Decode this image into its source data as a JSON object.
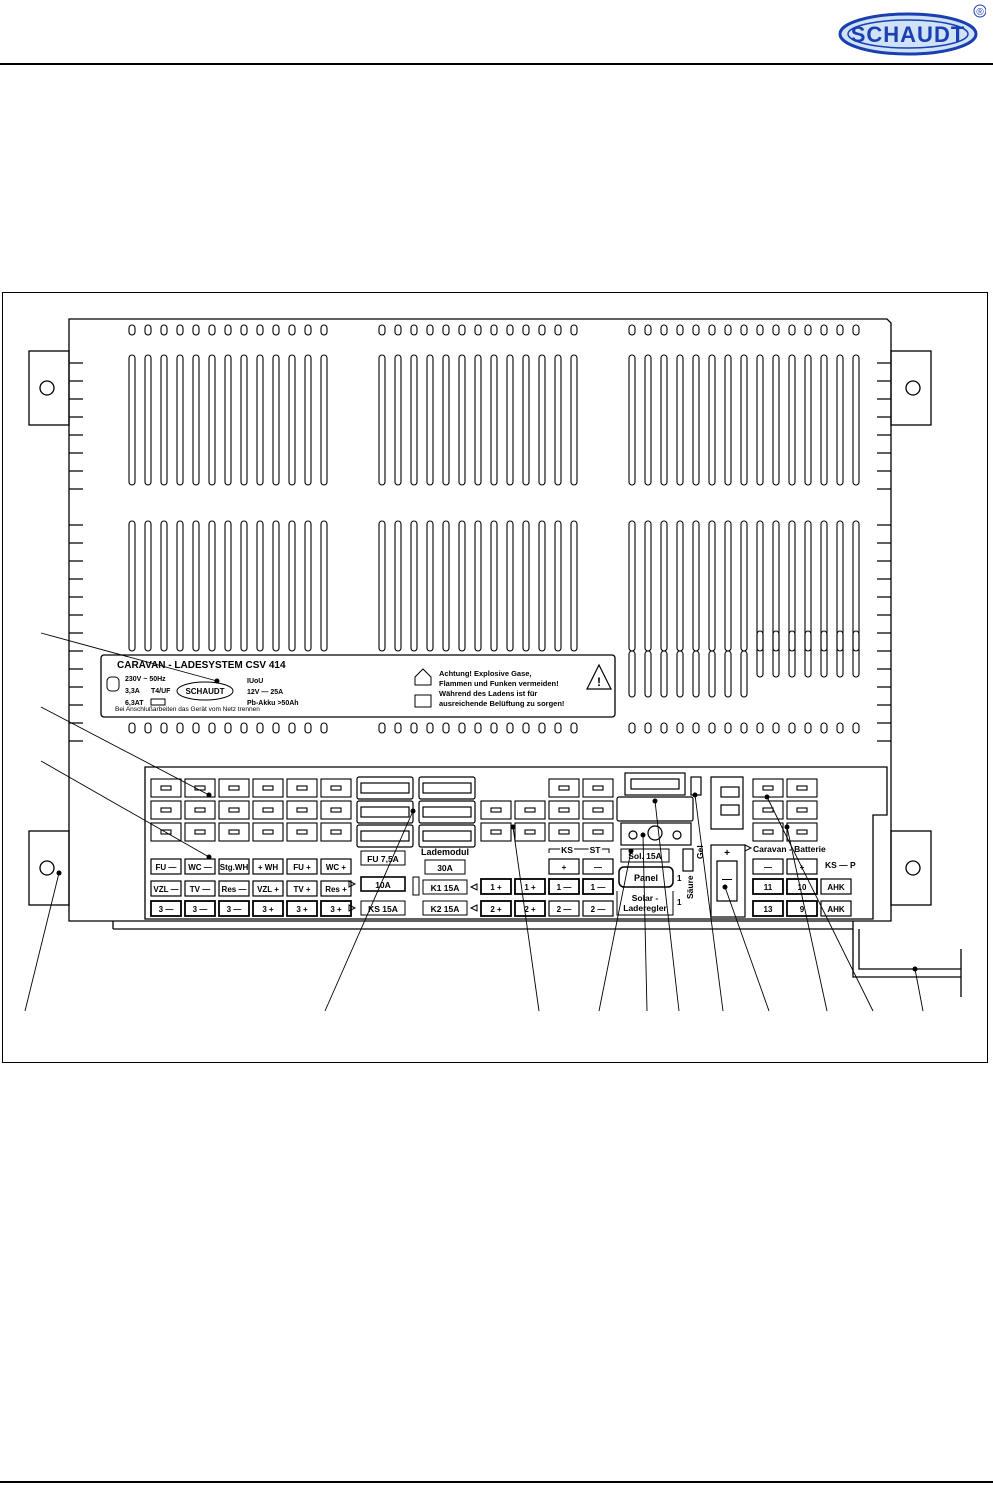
{
  "brand": {
    "logo_text": "SCHAUDT",
    "registered_mark": "®",
    "colors": {
      "logo_blue": "#1a3fb0",
      "logo_fill": "#7fb2e8",
      "line": "#000000"
    }
  },
  "label_plate": {
    "title": "CARAVAN - LADESYSTEM CSV 414",
    "specs_left": [
      "230V ~ 50Hz",
      "3,3A",
      "T4/UF",
      "6,3AT"
    ],
    "specs_right": [
      "IUoU",
      "12V — 25A",
      "Pb-Akku >50Ah"
    ],
    "footer": "Bei Anschlußarbeiten das Gerät vom Netz trennen",
    "warning": [
      "Achtung! Explosive Gase,",
      "Flammen und Funken vermeiden!",
      "Während des Ladens ist für",
      "ausreichende Belüftung zu sorgen!"
    ],
    "warning_icon": "warning-triangle-icon"
  },
  "terminal_labels": {
    "row1": [
      "FU —",
      "WC —",
      "Stg.WH",
      "+ WH",
      "FU +",
      "WC +"
    ],
    "row2": [
      "VZL —",
      "TV —",
      "Res —",
      "VZL +",
      "TV +",
      "Res +"
    ],
    "row3": [
      "3 —",
      "3 —",
      "3 —",
      "3 +",
      "3 +",
      "3 +"
    ],
    "fuse_labels": [
      "FU 7,5A",
      "10A",
      "KS 15A"
    ],
    "lademodul": {
      "title": "Lademodul",
      "fuse": "30A",
      "k1": "K1 15A",
      "k2": "K2 15A"
    },
    "k1_terms": [
      "1 +",
      "1 +"
    ],
    "k2_terms": [
      "2 +",
      "2 +"
    ],
    "ks_st": {
      "ks": "KS",
      "st": "ST",
      "row1": [
        "+",
        "—"
      ],
      "row2": [
        "1 —",
        "1 —"
      ],
      "row3": [
        "2 —",
        "2 —"
      ]
    },
    "solar": {
      "fuse": "Sol. 15A",
      "panel": "Panel",
      "regler_line1": "Solar -",
      "regler_line2": "Laderegler",
      "num1": "1",
      "num2": "1"
    },
    "acid_switch": {
      "saeure": "Säure",
      "gel": "Gel"
    },
    "caravan_batterie": {
      "title": "Caravan - Batterie",
      "minus": "—",
      "plus": "+",
      "ks_p": "KS — P",
      "row2": [
        "11",
        "10",
        "AHK"
      ],
      "row3": [
        "13",
        "9",
        "AHK"
      ]
    },
    "power_sockets": [
      "+",
      "—"
    ]
  }
}
